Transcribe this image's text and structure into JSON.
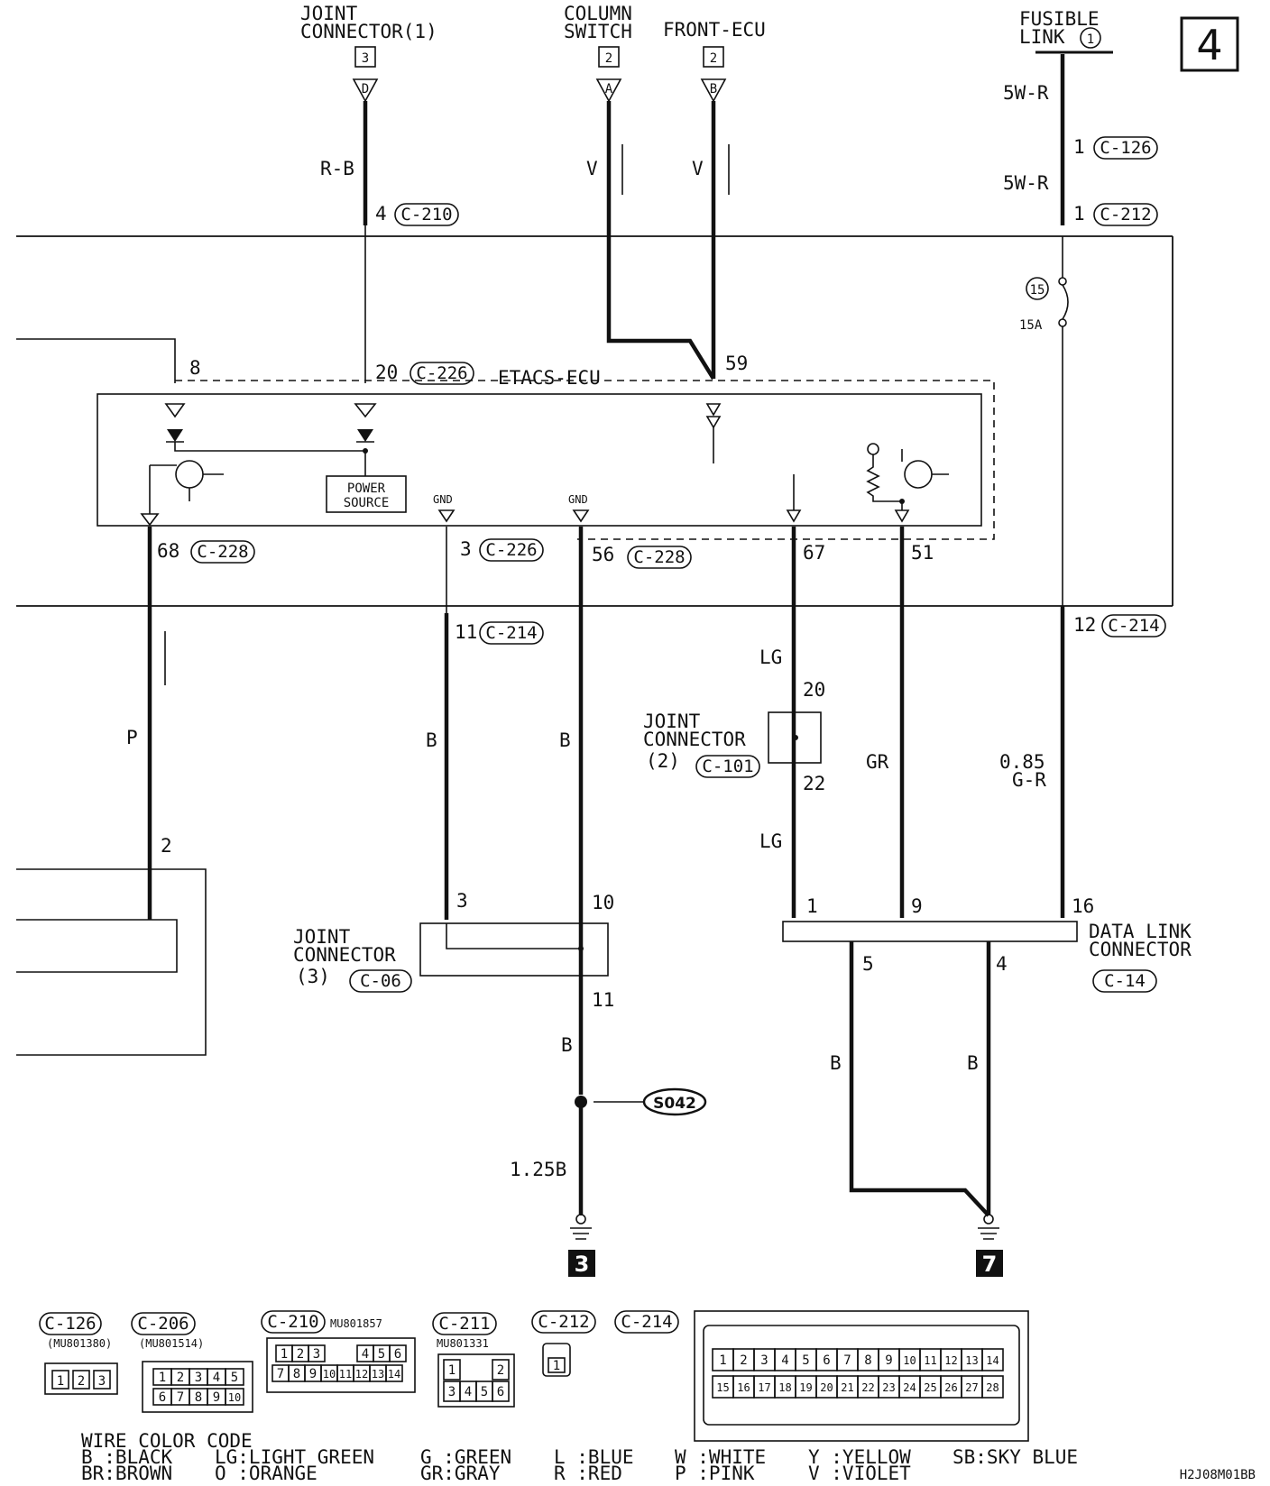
{
  "page_number": "4",
  "top": {
    "joint_connector_1": {
      "line1": "JOINT",
      "line2": "CONNECTOR(1)",
      "box": "3",
      "terminal": "D"
    },
    "column_switch": {
      "line1": "COLUMN",
      "line2": "SWITCH",
      "box": "2",
      "terminal": "A"
    },
    "front_ecu": {
      "label": "FRONT-ECU",
      "box": "2",
      "terminal": "B"
    },
    "fusible_link": {
      "line1": "FUSIBLE",
      "line2": "LINK",
      "num": "1"
    }
  },
  "wires": {
    "rb": "R-B",
    "v1": "V",
    "v2": "V",
    "w5r_a": "5W-R",
    "w5r_b": "5W-R",
    "p": "P",
    "b1": "B",
    "b2": "B",
    "lg1": "LG",
    "lg2": "LG",
    "gr": "GR",
    "gr085_a": "0.85",
    "gr085_b": "G-R",
    "b3": "B",
    "b4": "B",
    "b5": "B",
    "b125": "1.25B"
  },
  "pins": {
    "p4": "4",
    "p1a": "1",
    "p1b": "1",
    "p20": "20",
    "p8": "8",
    "p59": "59",
    "p68": "68",
    "p3a": "3",
    "p56": "56",
    "p67": "67",
    "p51": "51",
    "p12": "12",
    "p11a": "11",
    "p20b": "20",
    "p22": "22",
    "p2": "2",
    "p3b": "3",
    "p10": "10",
    "p11b": "11",
    "p1c": "1",
    "p9": "9",
    "p16": "16",
    "p5": "5",
    "p4b": "4"
  },
  "refs": {
    "c210": "C-210",
    "c126": "C-126",
    "c212": "C-212",
    "c226a": "C-226",
    "c228a": "C-228",
    "c226b": "C-226",
    "c228b": "C-228",
    "c214a": "C-214",
    "c214b": "C-214",
    "c101": "C-101",
    "c06": "C-06",
    "c14": "C-14"
  },
  "fuse": {
    "num": "15",
    "rating": "15A"
  },
  "ecu": {
    "title": "ETACS-ECU",
    "power_source_1": "POWER",
    "power_source_2": "SOURCE",
    "gnd1": "GND",
    "gnd2": "GND"
  },
  "joint2": {
    "line1": "JOINT",
    "line2": "CONNECTOR",
    "line3": "(2)"
  },
  "joint3": {
    "line1": "JOINT",
    "line2": "CONNECTOR",
    "line3": "(3)"
  },
  "dlc": {
    "line1": "DATA LINK",
    "line2": "CONNECTOR"
  },
  "splice": "S042",
  "ground_marks": {
    "g3": "3",
    "g7": "7"
  },
  "connectors": {
    "c126": {
      "label": "C-126",
      "part": "(MU801380)",
      "pins": [
        "1",
        "2",
        "3"
      ]
    },
    "c206": {
      "label": "C-206",
      "part": "(MU801514)",
      "row1": [
        "1",
        "2",
        "3",
        "4",
        "5"
      ],
      "row2": [
        "6",
        "7",
        "8",
        "9",
        "10"
      ]
    },
    "c210": {
      "label": "C-210",
      "part": "MU801857",
      "row1": [
        "1",
        "2",
        "3",
        "4",
        "5",
        "6"
      ],
      "row2": [
        "7",
        "8",
        "9",
        "10",
        "11",
        "12",
        "13",
        "14"
      ]
    },
    "c211": {
      "label": "C-211",
      "part": "MU801331",
      "row1": [
        "1",
        "2"
      ],
      "row2": [
        "3",
        "4",
        "5",
        "6"
      ]
    },
    "c212": {
      "label": "C-212",
      "pins": [
        "1"
      ]
    },
    "c214": {
      "label": "C-214",
      "row1": [
        "1",
        "2",
        "3",
        "4",
        "5",
        "6",
        "7",
        "8",
        "9",
        "10",
        "11",
        "12",
        "13",
        "14"
      ],
      "row2": [
        "15",
        "16",
        "17",
        "18",
        "19",
        "20",
        "21",
        "22",
        "23",
        "24",
        "25",
        "26",
        "27",
        "28"
      ]
    }
  },
  "wire_color_code": {
    "title": "WIRE COLOR CODE",
    "c1a": "B :BLACK",
    "c1b": "BR:BROWN",
    "c2a": "LG:LIGHT GREEN",
    "c2b": "O :ORANGE",
    "c3a": "G :GREEN",
    "c3b": "GR:GRAY",
    "c4a": "L :BLUE",
    "c4b": "R :RED",
    "c5a": "W :WHITE",
    "c5b": "P :PINK",
    "c6a": "Y :YELLOW",
    "c6b": "V :VIOLET",
    "c7a": "SB:SKY BLUE"
  },
  "doc_code": "H2J08M01BB"
}
